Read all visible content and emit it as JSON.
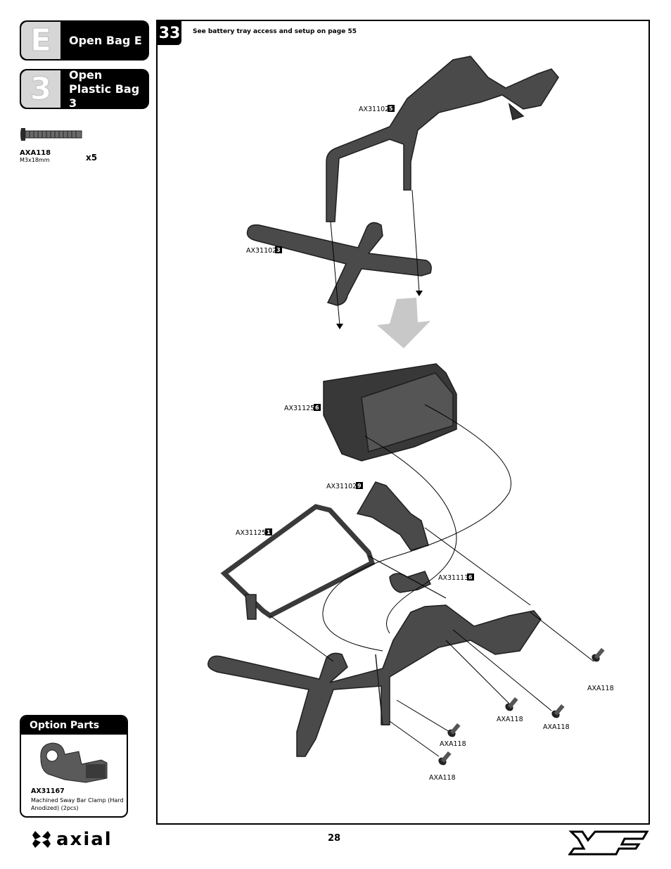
{
  "bags": [
    {
      "letter": "E",
      "label": "Open Bag E"
    },
    {
      "letter": "3",
      "label": "Open Plastic Bag 3"
    }
  ],
  "hardware": {
    "code": "AXA118",
    "size": "M3x18mm",
    "qty": "x5"
  },
  "step": {
    "number": "33",
    "note": "See battery tray access and setup on page 55"
  },
  "callouts": [
    {
      "part": "AX31102",
      "num": "5"
    },
    {
      "part": "AX31102",
      "num": "3"
    },
    {
      "part": "AX31125",
      "num": "6"
    },
    {
      "part": "AX31102",
      "num": "9"
    },
    {
      "part": "AX31125",
      "num": "1"
    },
    {
      "part": "AX31113",
      "num": "6"
    },
    {
      "part": "AXA118"
    },
    {
      "part": "AXA118"
    },
    {
      "part": "AXA118"
    },
    {
      "part": "AXA118"
    },
    {
      "part": "AXA118"
    }
  ],
  "option": {
    "title": "Option Parts",
    "code": "AX31167",
    "desc": "Machined Sway Bar Clamp (Hard Anodized) (2pcs)"
  },
  "footer": {
    "page": "28",
    "brand": "axial",
    "product_logo": "YETI"
  },
  "colors": {
    "ink": "#000000",
    "part_fill": "#4a4a4a",
    "arrow_gray": "#c8c8c8",
    "tab_gray": "#d6d6d6"
  }
}
